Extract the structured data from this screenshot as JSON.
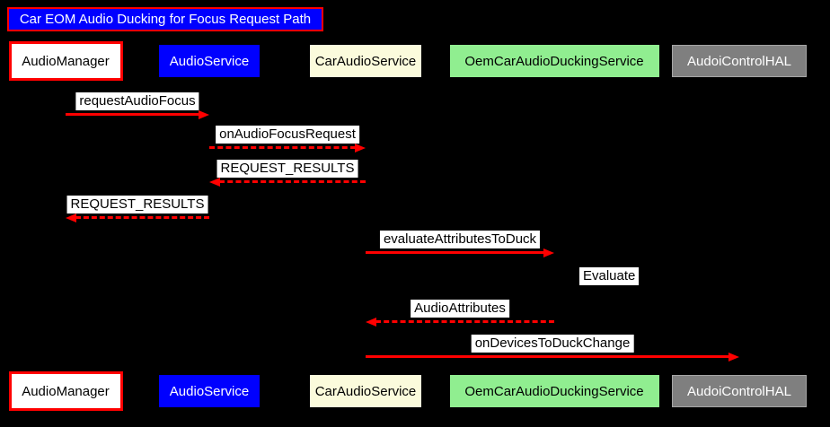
{
  "title": "Car EOM Audio Ducking for Focus Request Path",
  "title_style": {
    "fill": "#0000ff",
    "border_color": "#ff0000",
    "text_color": "#ffffff"
  },
  "diagram": {
    "type": "sequence",
    "background": "#000000",
    "arrow_color": "#ff0000",
    "message_label_bg": "#ffffff",
    "message_label_text": "#000000",
    "participants": [
      {
        "id": "AudioManager",
        "label": "AudioManager",
        "fill": "#ffffff",
        "text_color": "#000000",
        "border_color": "#ff0000"
      },
      {
        "id": "AudioService",
        "label": "AudioService",
        "fill": "#0000ff",
        "text_color": "#ffffff",
        "border_color": null
      },
      {
        "id": "CarAudioService",
        "label": "CarAudioService",
        "fill": "#fbfbdc",
        "text_color": "#000000",
        "border_color": null
      },
      {
        "id": "OemCarAudioDuckingService",
        "label": "OemCarAudioDuckingService",
        "fill": "#90ee90",
        "text_color": "#000000",
        "border_color": null
      },
      {
        "id": "AudoiControlHAL",
        "label": "AudoiControlHAL",
        "fill": "#7f7f7f",
        "text_color": "#ffffff",
        "border_color": "#a6a6a6"
      }
    ],
    "messages": [
      {
        "label": "requestAudioFocus",
        "from": "AudioManager",
        "to": "AudioService",
        "line": "solid"
      },
      {
        "label": "onAudioFocusRequest",
        "from": "AudioService",
        "to": "CarAudioService",
        "line": "dashed"
      },
      {
        "label": "REQUEST_RESULTS",
        "from": "CarAudioService",
        "to": "AudioService",
        "line": "dashed"
      },
      {
        "label": "REQUEST_RESULTS",
        "from": "AudioService",
        "to": "AudioManager",
        "line": "dashed"
      },
      {
        "label": "evaluateAttributesToDuck",
        "from": "CarAudioService",
        "to": "OemCarAudioDuckingService",
        "line": "solid"
      },
      {
        "label": "Evaluate",
        "from": "OemCarAudioDuckingService",
        "to": "OemCarAudioDuckingService",
        "line": "self"
      },
      {
        "label": "AudioAttributes",
        "from": "OemCarAudioDuckingService",
        "to": "CarAudioService",
        "line": "dashed"
      },
      {
        "label": "onDevicesToDuckChange",
        "from": "CarAudioService",
        "to": "AudoiControlHAL",
        "line": "solid"
      }
    ]
  }
}
